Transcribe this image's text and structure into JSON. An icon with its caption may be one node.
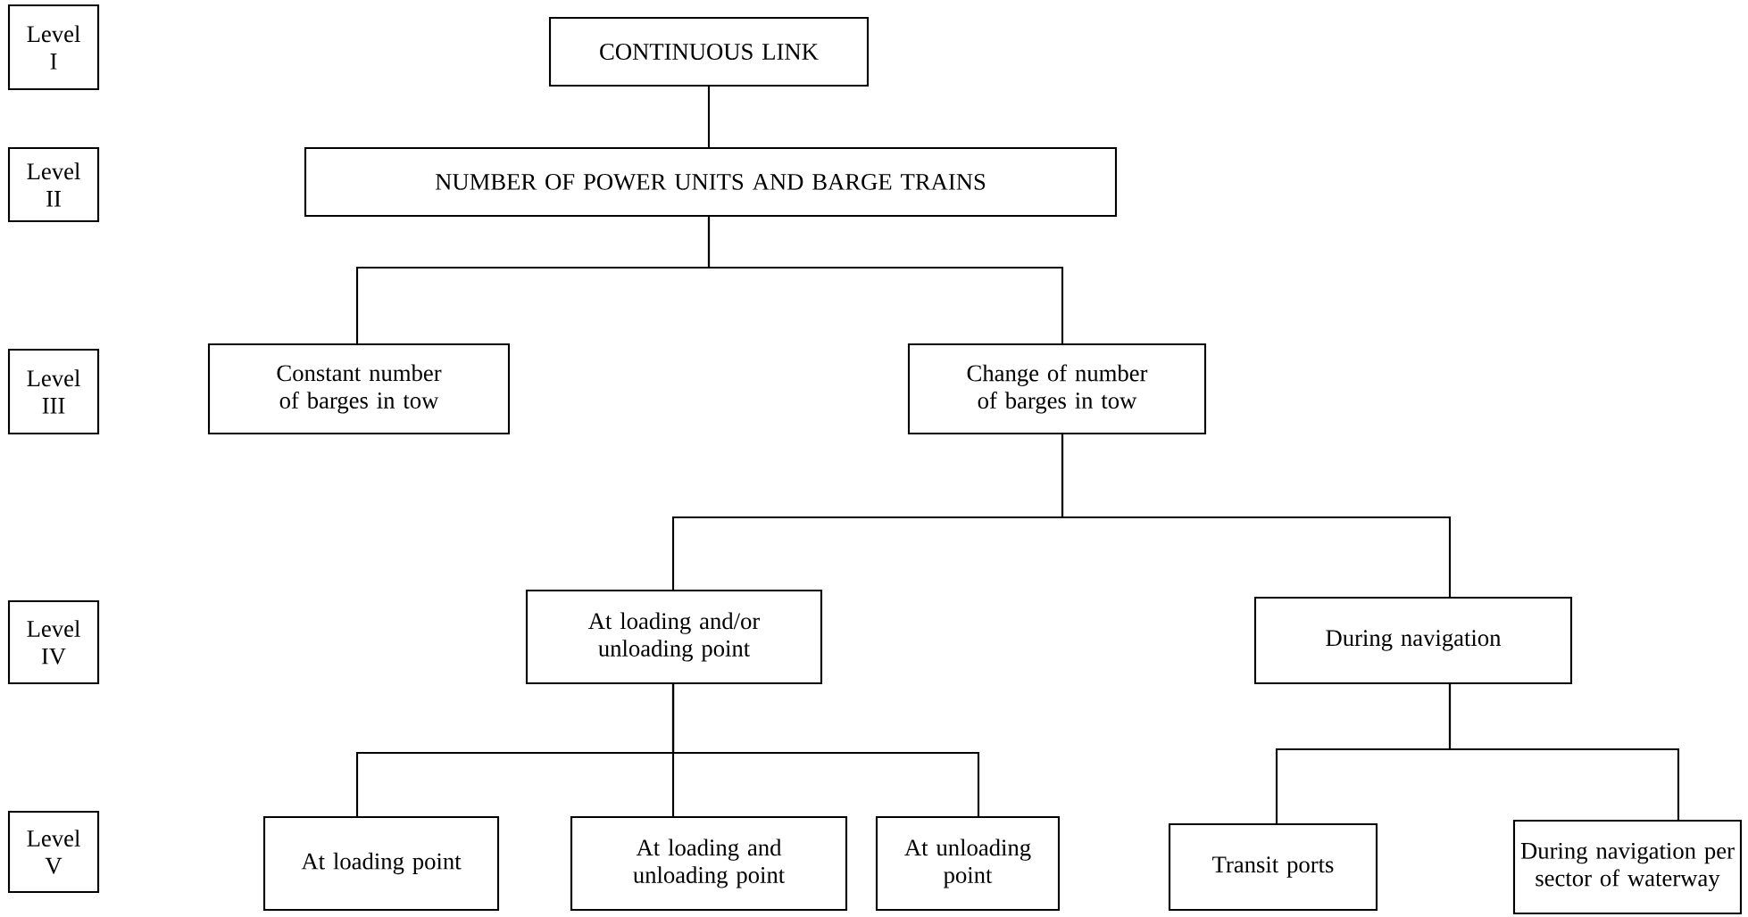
{
  "diagram": {
    "nodes": [
      {
        "text": [
          "Level I"
        ]
      },
      {
        "text": [
          "CONTINUOUS LINK"
        ]
      },
      {
        "text": [
          "Level II"
        ]
      },
      {
        "text": [
          "NUMBER OF POWER UNITS AND BARGE TRAINS"
        ]
      },
      {
        "text": [
          "Level III"
        ]
      },
      {
        "text": [
          "Constant number of barges in tow"
        ]
      },
      {
        "text": [
          "Change of number of barges in tow"
        ]
      },
      {
        "text": [
          "Level IV"
        ]
      },
      {
        "text": [
          "At loading and/or unloading point"
        ]
      },
      {
        "text": [
          "During navigation"
        ]
      },
      {
        "text": [
          "Level V"
        ]
      },
      {
        "text": [
          "At loading point"
        ]
      },
      {
        "text": [
          "At loading and unloading point"
        ]
      },
      {
        "text": [
          "At unloading point"
        ]
      },
      {
        "text": [
          "Transit ports"
        ]
      },
      {
        "text": [
          "During navigation per sector of waterway"
        ]
      }
    ],
    "edges": [
      {
        "from": 1,
        "to": 3,
        "arrow": "none"
      },
      {
        "from": 3,
        "to": 5,
        "arrow": "none"
      },
      {
        "from": 3,
        "to": 6,
        "arrow": "none"
      },
      {
        "from": 6,
        "to": 8,
        "arrow": "none"
      },
      {
        "from": 6,
        "to": 9,
        "arrow": "none"
      },
      {
        "from": 8,
        "to": 11,
        "arrow": "none"
      },
      {
        "from": 8,
        "to": 12,
        "arrow": "none"
      },
      {
        "from": 8,
        "to": 13,
        "arrow": "none"
      },
      {
        "from": 9,
        "to": 14,
        "arrow": "none"
      },
      {
        "from": 9,
        "to": 15,
        "arrow": "none"
      }
    ]
  }
}
